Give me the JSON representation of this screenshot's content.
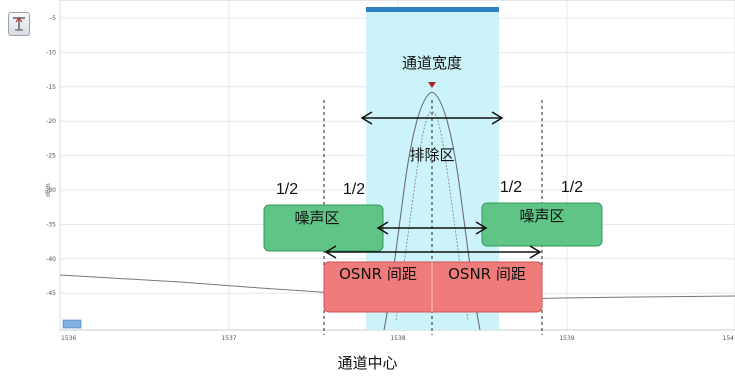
{
  "toolbar": {
    "icon": "cursor-tool-icon"
  },
  "axes": {
    "y_unit_label": "dBm",
    "y_ticks": [
      "-5",
      "-10",
      "-15",
      "-20",
      "-25",
      "-30",
      "-35",
      "-40",
      "-45"
    ],
    "x_ticks": [
      "1536",
      "1537",
      "1538",
      "1539",
      "154"
    ]
  },
  "annotations": {
    "channel_width": "通道宽度",
    "exclusion_zone": "排除区",
    "half_left_outer": "1/2",
    "half_left_inner": "1/2",
    "half_right_inner": "1/2",
    "half_right_outer": "1/2",
    "noise_zone_left": "噪声区",
    "noise_zone_right": "噪声区",
    "osnr_spacing_left": "OSNR 间距",
    "osnr_spacing_right": "OSNR 间距",
    "channel_center": "通道中心"
  },
  "colors": {
    "channel_band": "#cdf3fa",
    "channel_bar": "#2f7fc6",
    "noise_box_fill": "#5fc486",
    "noise_box_border": "#2f9a5a",
    "osnr_box_fill": "#f07b7b",
    "osnr_box_border": "#d65050",
    "grid": "#dde3ea",
    "trace": "#666666",
    "peak_marker": "#b22222"
  }
}
